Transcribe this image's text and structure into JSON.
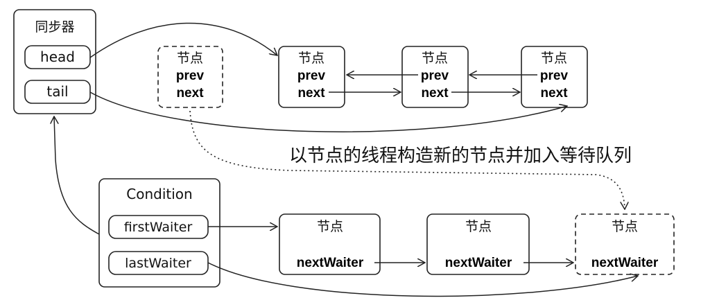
{
  "sync": {
    "title": "同步器",
    "head": "head",
    "tail": "tail"
  },
  "node": {
    "title": "节点",
    "prev": "prev",
    "next": "next"
  },
  "condition": {
    "title": "Condition",
    "first": "firstWaiter",
    "last": "lastWaiter"
  },
  "waiter": {
    "title": "节点",
    "field": "nextWaiter"
  },
  "annotation": "以节点的线程构造新的节点并加入等待队列"
}
